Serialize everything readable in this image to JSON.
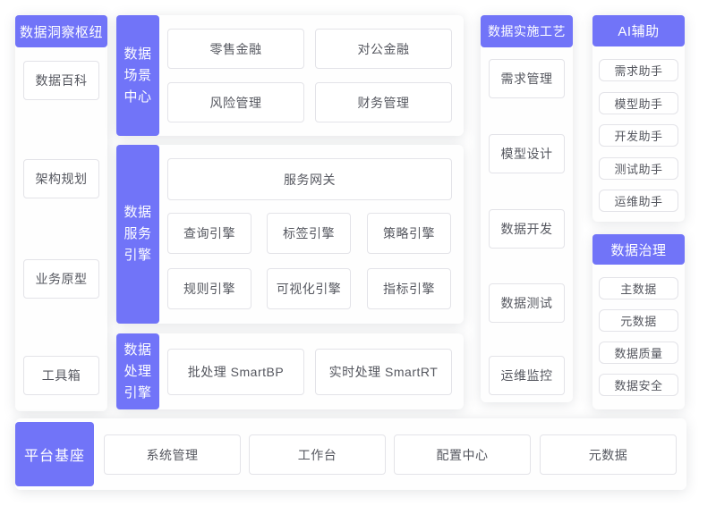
{
  "palette": {
    "accent": "#7174f8",
    "box_border": "#e3e3e8",
    "text": "#55575f",
    "page_bg": "#ffffff"
  },
  "left_column": {
    "title": "数据洞察枢纽",
    "items": [
      "数据百科",
      "架构规划",
      "业务原型",
      "工具箱"
    ]
  },
  "middle_sections": {
    "scene": {
      "label": "数据\n场景\n中心",
      "boxes": [
        "零售金融",
        "对公金融",
        "风险管理",
        "财务管理"
      ]
    },
    "service": {
      "label": "数据\n服务\n引擎",
      "gateway": "服务网关",
      "engines": [
        "查询引擎",
        "标签引擎",
        "策略引擎",
        "规则引擎",
        "可视化引擎",
        "指标引擎"
      ]
    },
    "processing": {
      "label": "数据\n处理\n引擎",
      "boxes": [
        "批处理 SmartBP",
        "实时处理 SmartRT"
      ]
    }
  },
  "process_column": {
    "title": "数据实施工艺",
    "items": [
      "需求管理",
      "模型设计",
      "数据开发",
      "数据测试",
      "运维监控"
    ]
  },
  "ai_column": {
    "title": "AI辅助",
    "items": [
      "需求助手",
      "模型助手",
      "开发助手",
      "测试助手",
      "运维助手"
    ]
  },
  "governance_column": {
    "title": "数据治理",
    "items": [
      "主数据",
      "元数据",
      "数据质量",
      "数据安全"
    ]
  },
  "platform_base": {
    "title": "平台基座",
    "items": [
      "系统管理",
      "工作台",
      "配置中心",
      "元数据"
    ]
  }
}
